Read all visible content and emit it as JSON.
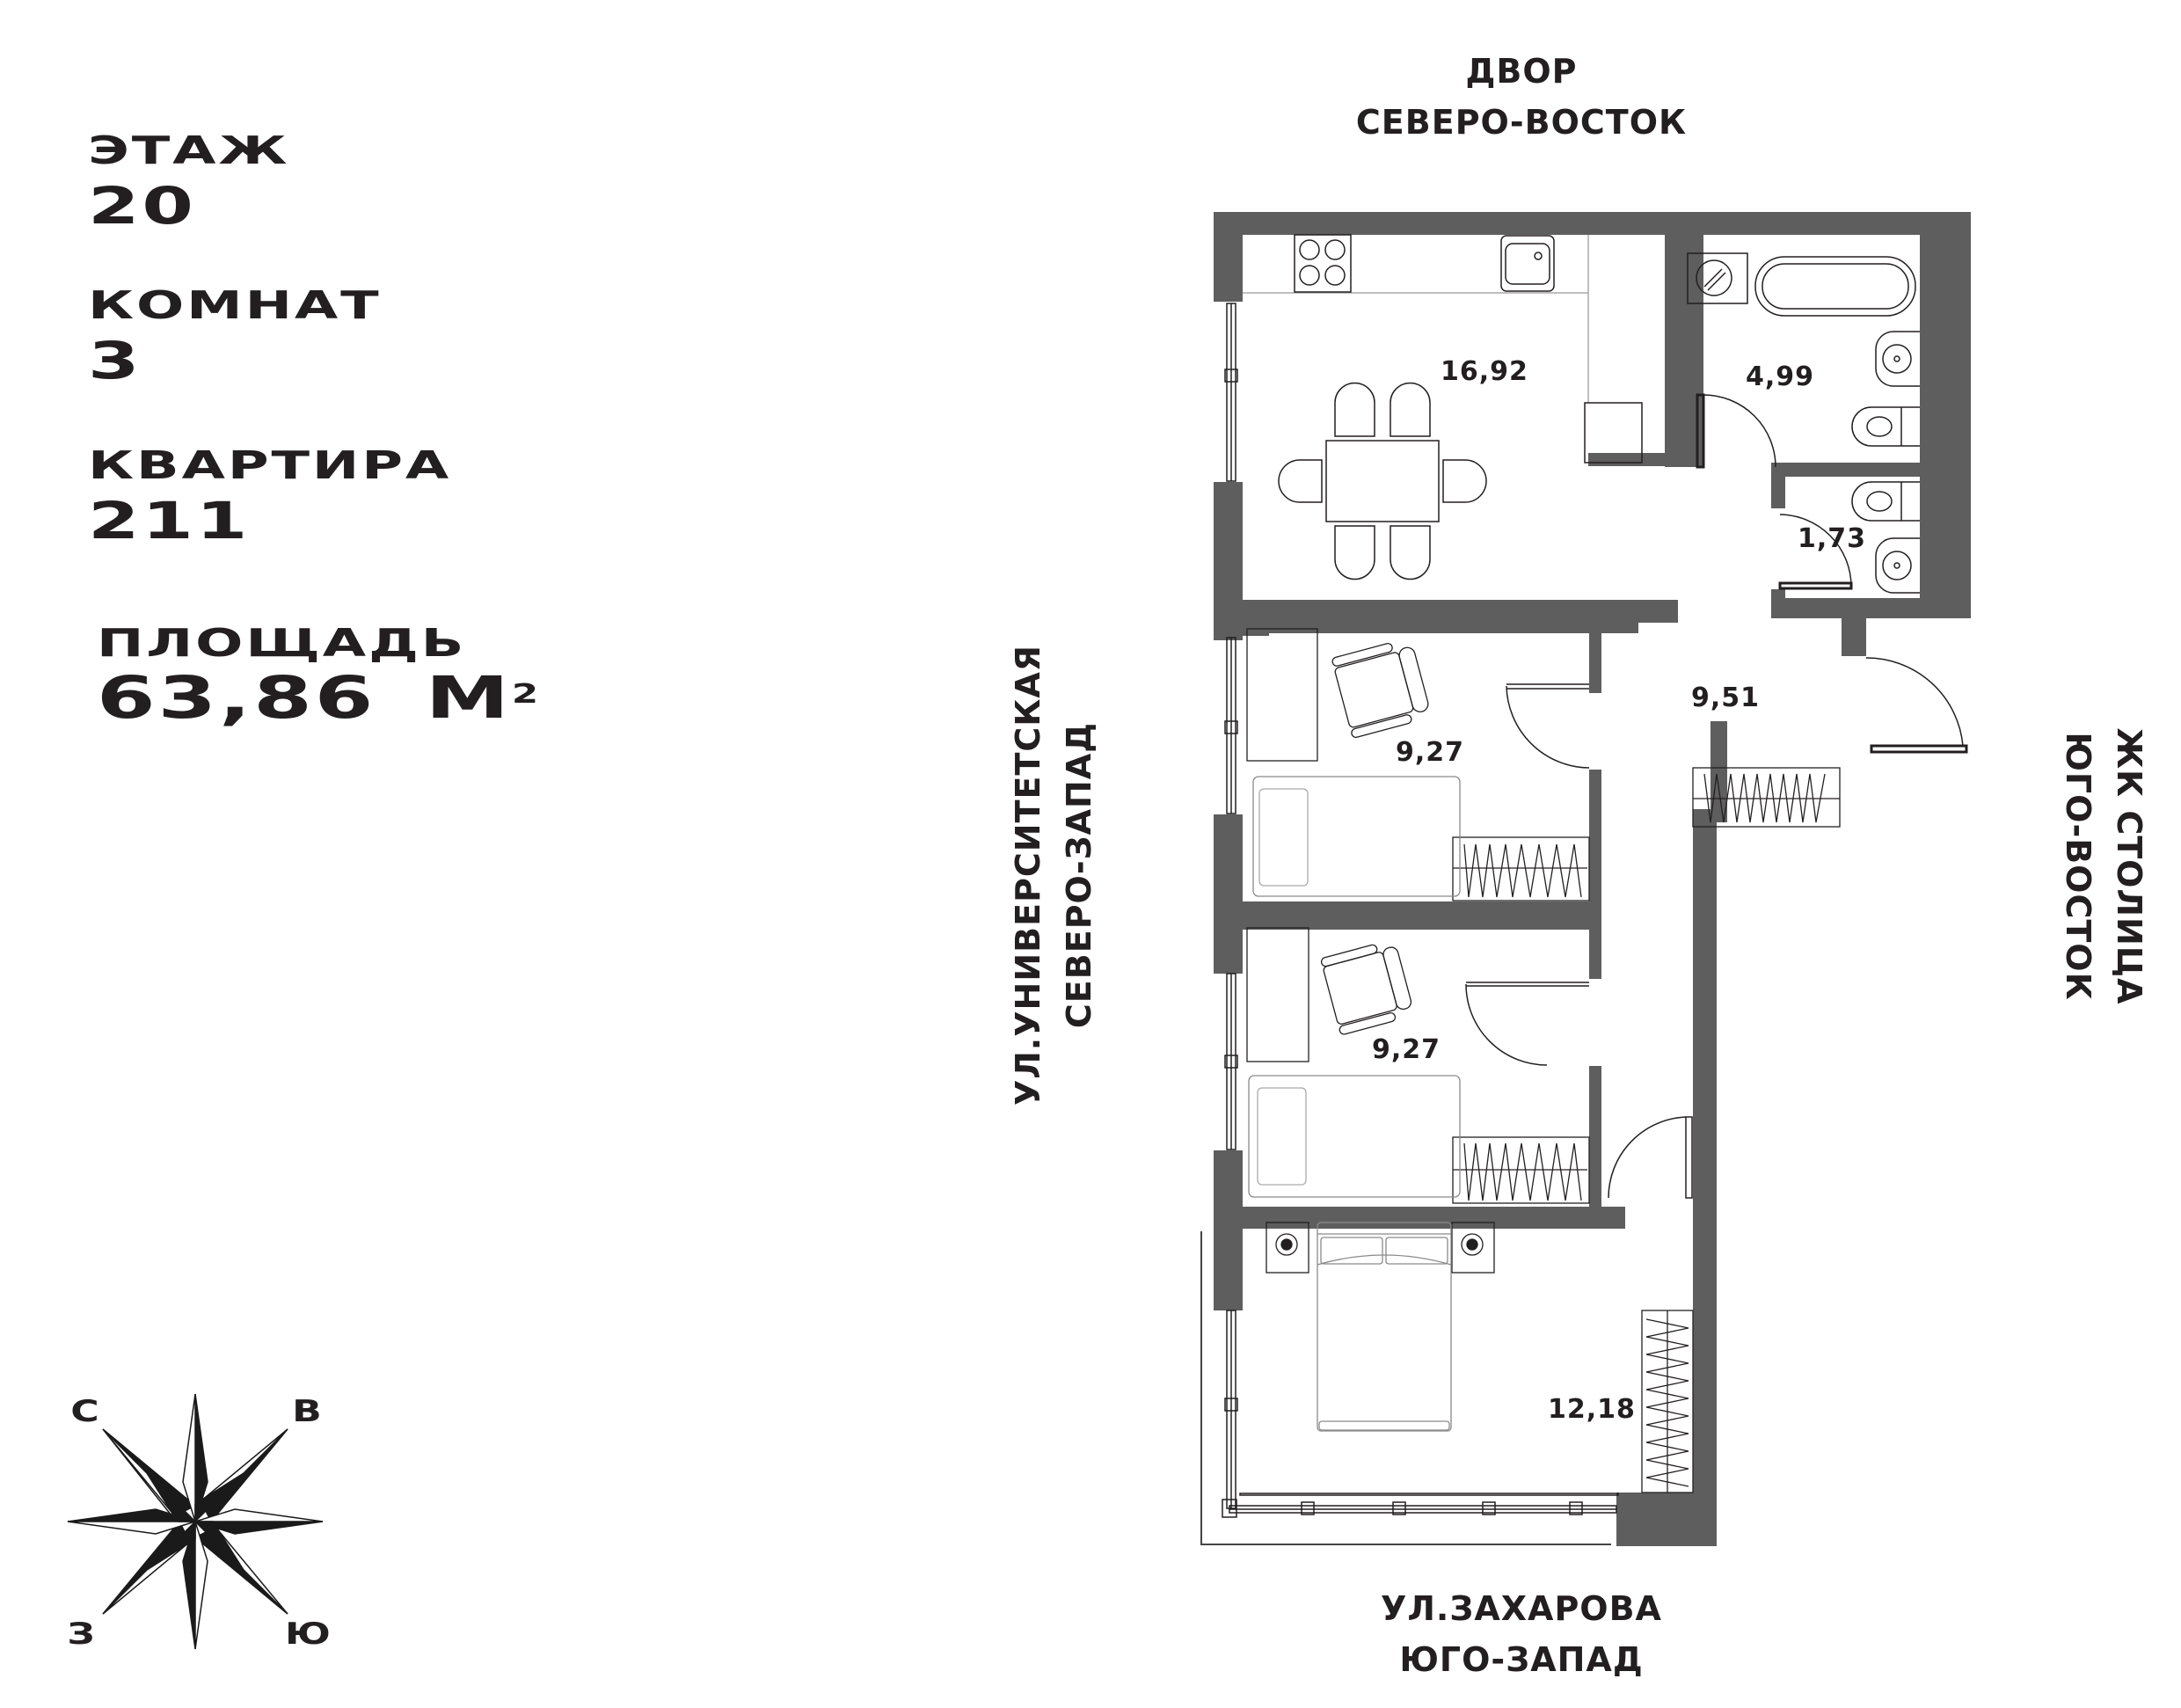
{
  "summary": {
    "floor_label": "ЭТАЖ",
    "floor_value": "20",
    "rooms_label": "КОМНАТ",
    "rooms_value": "3",
    "apartment_label": "КВАРТИРА",
    "apartment_value": "211",
    "area_label": "ПЛОЩАДЬ",
    "area_value": "63,86",
    "area_unit": "М",
    "area_unit_power": "2"
  },
  "orientation": {
    "top": {
      "line1": "ДВОР",
      "line2": "СЕВЕРО-ВОСТОК"
    },
    "left": {
      "line1": "УЛ.УНИВЕРСИТЕТСКАЯ",
      "line2": "СЕВЕРО-ЗАПАД"
    },
    "right": {
      "line1": "ЖК СТОЛИЦА",
      "line2": "ЮГО-ВОСТОК"
    },
    "bottom": {
      "line1": "УЛ.ЗАХАРОВА",
      "line2": "ЮГО-ЗАПАД"
    }
  },
  "rooms": [
    {
      "id": "kitchen",
      "area": "16,92"
    },
    {
      "id": "bathroom",
      "area": "4,99"
    },
    {
      "id": "toilet",
      "area": "1,73"
    },
    {
      "id": "hallway",
      "area": "9,51"
    },
    {
      "id": "bedroom-1",
      "area": "9,27"
    },
    {
      "id": "bedroom-2",
      "area": "9,27"
    },
    {
      "id": "master-bedroom",
      "area": "12,18"
    }
  ],
  "compass": {
    "north": "С",
    "east": "В",
    "west": "З",
    "south": "Ю"
  },
  "colors": {
    "wall": "#5e5e5e",
    "text": "#231f20",
    "line": "#231f20",
    "furniture": "#8a8a8a",
    "background": "#ffffff"
  }
}
